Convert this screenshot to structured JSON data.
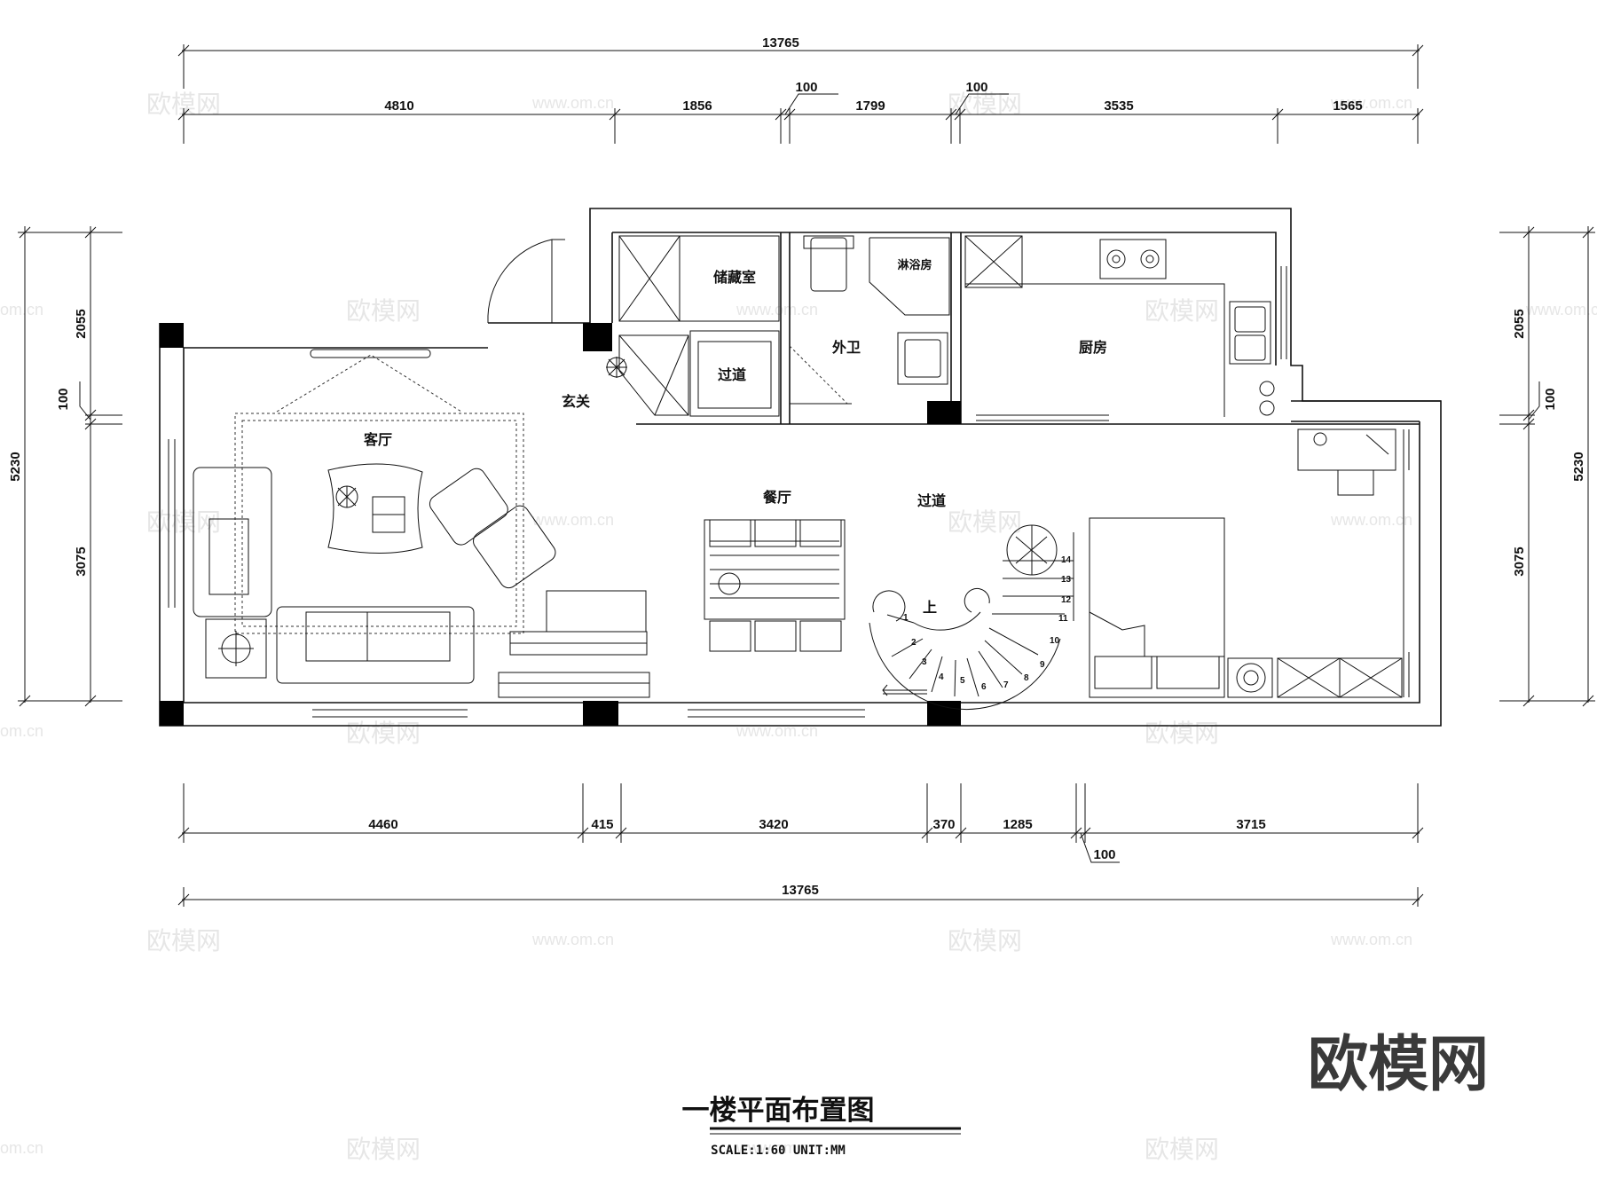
{
  "title": "一楼平面布置图",
  "scale_note": "SCALE:1:60 UNIT:MM",
  "brand_watermark": "欧模网",
  "watermark_text": "欧模网",
  "watermark_url": "www.om.cn",
  "watermark_url_partial": "om.cn",
  "rooms": {
    "storage": "储藏室",
    "shower": "淋浴房",
    "wc": "外卫",
    "kitchen": "厨房",
    "corridor_upper": "过道",
    "entrance": "玄关",
    "living": "客厅",
    "dining": "餐厅",
    "corridor_lower": "过道",
    "stair_up": "上"
  },
  "dimensions": {
    "top_total": "13765",
    "top": [
      "4810",
      "1856",
      "100",
      "1799",
      "100",
      "3535",
      "1565"
    ],
    "bottom": [
      "4460",
      "415",
      "3420",
      "370",
      "1285",
      "100",
      "3715"
    ],
    "bottom_total": "13765",
    "left_total": "5230",
    "left": [
      "2055",
      "100",
      "3075"
    ],
    "right_total": "5230",
    "right": [
      "2055",
      "100",
      "3075"
    ]
  },
  "stair_steps": [
    "1",
    "2",
    "3",
    "4",
    "5",
    "6",
    "7",
    "8",
    "9",
    "10",
    "11",
    "12",
    "13",
    "14"
  ]
}
